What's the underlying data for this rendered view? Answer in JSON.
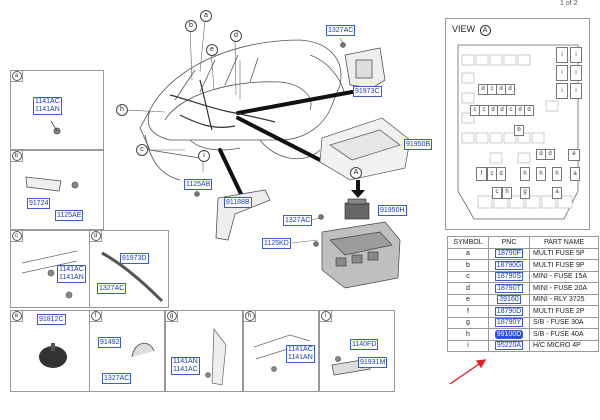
{
  "page_number": "1 of 2",
  "main_labels": {
    "p1327ac_top": "1327AC",
    "p91973c": "91973C",
    "p91950b": "91950B",
    "p1125ab": "1125AB",
    "p91188b": "91188B",
    "p1327ac_mid": "1327AC",
    "p91950h": "91950H",
    "p1125kd": "1125KD"
  },
  "callouts": [
    "a",
    "b",
    "c",
    "d",
    "e",
    "h",
    "i"
  ],
  "view_a_marker": "A",
  "panels": {
    "a": {
      "tag": "a",
      "labels": [
        "1141AC",
        "1141AN"
      ]
    },
    "b": {
      "tag": "b",
      "labels": [
        "91724",
        "1125AE"
      ]
    },
    "c": {
      "tag": "c",
      "labels": [
        "1141AC",
        "1141AN"
      ]
    },
    "d": {
      "tag": "d",
      "labels": [
        "91973D",
        "1327AC"
      ]
    },
    "e": {
      "tag": "e",
      "labels": [
        "91812C"
      ]
    },
    "f": {
      "tag": "f",
      "labels": [
        "91492",
        "1327AC"
      ]
    },
    "g": {
      "tag": "g",
      "labels": [
        "1141AN",
        "1141AC"
      ]
    },
    "h": {
      "tag": "h",
      "labels": [
        "1141AC",
        "1141AN"
      ]
    },
    "i": {
      "tag": "i",
      "labels": [
        "1140FD",
        "91931M"
      ]
    }
  },
  "view": {
    "title": "VIEW",
    "marker": "A",
    "fuse_letters": [
      "i",
      "i",
      "i",
      "i",
      "i",
      "i",
      "d",
      "c",
      "d",
      "d",
      "c",
      "c",
      "d",
      "d",
      "c",
      "d",
      "d",
      "b",
      "d",
      "d",
      "e",
      "f",
      "c",
      "d",
      "h",
      "h",
      "h",
      "a",
      "c",
      "h",
      "g",
      "a"
    ]
  },
  "table": {
    "headers": [
      "SYMBOL",
      "PNC",
      "PART NAME"
    ],
    "rows": [
      {
        "symbol": "a",
        "pnc": "18790F",
        "name": "MULTI FUSE 5P"
      },
      {
        "symbol": "b",
        "pnc": "18790G",
        "name": "MULTI FUSE 9P"
      },
      {
        "symbol": "c",
        "pnc": "18790S",
        "name": "MINI - FUSE 15A"
      },
      {
        "symbol": "d",
        "pnc": "18790T",
        "name": "MINI - FUSE 20A"
      },
      {
        "symbol": "e",
        "pnc": "39160",
        "name": "MINI - RLY 3725"
      },
      {
        "symbol": "f",
        "pnc": "18790D",
        "name": "MULTI FUSE 2P"
      },
      {
        "symbol": "g",
        "pnc": "18790Y",
        "name": "S/B - FUSE 30A"
      },
      {
        "symbol": "h",
        "pnc": "99100D",
        "name": "S/B - FUSE 40A",
        "highlight": true
      },
      {
        "symbol": "i",
        "pnc": "95220A",
        "name": "H/C MICRO 4P"
      }
    ]
  },
  "colors": {
    "label_blue": "#1a3fb0",
    "highlight_blue": "#2a4fd8",
    "arrow_red": "#e02020"
  }
}
